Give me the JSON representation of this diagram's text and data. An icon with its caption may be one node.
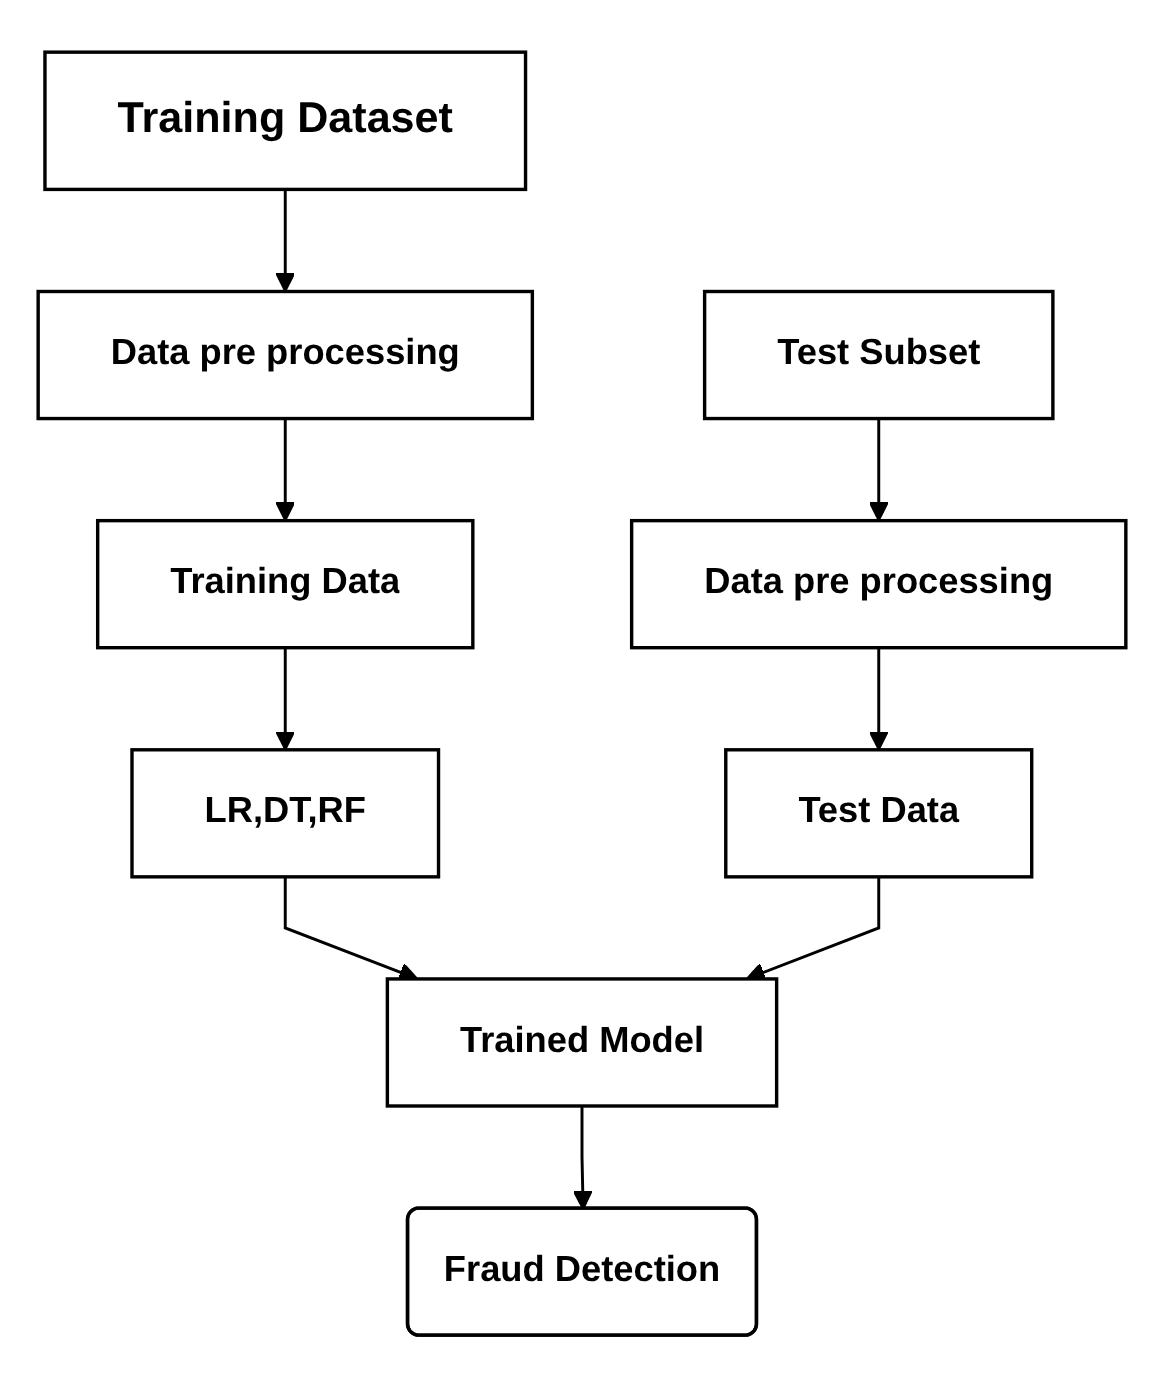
{
  "diagram": {
    "nodes": [
      {
        "text": [
          "Training Dataset"
        ]
      },
      {
        "text": [
          "Test Subset"
        ]
      },
      {
        "text": [
          "Data pre processing"
        ]
      },
      {
        "text": [
          "Data pre processing"
        ]
      },
      {
        "text": [
          "Training Data"
        ]
      },
      {
        "text": [
          "Test Data"
        ]
      },
      {
        "text": [
          "LR,DT,RF"
        ]
      },
      {
        "text": [
          "Trained Model"
        ]
      },
      {
        "text": [
          "Fraud Detection"
        ]
      }
    ],
    "edges": [
      {
        "from": 0,
        "to": 2,
        "arrow": "to"
      },
      {
        "from": 2,
        "to": 4,
        "arrow": "to"
      },
      {
        "from": 4,
        "to": 6,
        "arrow": "to"
      },
      {
        "from": 6,
        "to": 7,
        "arrow": "to"
      },
      {
        "from": 1,
        "to": 3,
        "arrow": "to"
      },
      {
        "from": 3,
        "to": 5,
        "arrow": "to"
      },
      {
        "from": 5,
        "to": 7,
        "arrow": "to"
      },
      {
        "from": 7,
        "to": 8,
        "arrow": "to"
      }
    ]
  }
}
